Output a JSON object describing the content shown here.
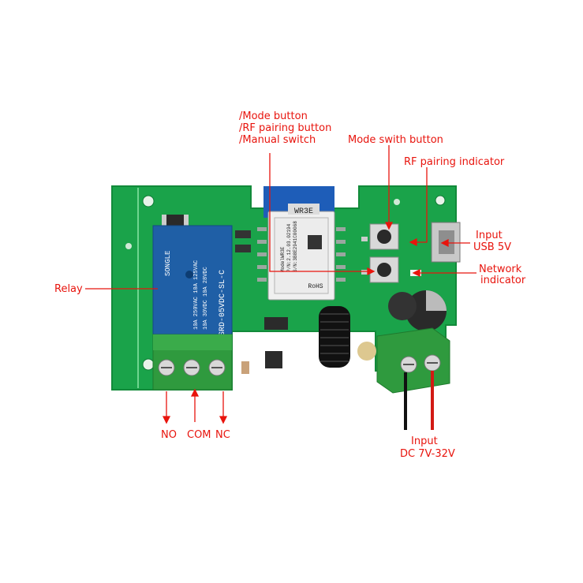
{
  "labels": {
    "mode_button": "/Mode  button",
    "rf_pairing_button": "/RF pairing button",
    "manual_switch": "/Manual switch",
    "mode_switch_button": "Mode swith button",
    "rf_pairing_indicator": "RF pairing indicator",
    "input_usb_line1": "Input",
    "input_usb_line2": "USB 5V",
    "network_indicator_line1": "Network",
    "network_indicator_line2": "indicator",
    "relay": "Relay",
    "no": "NO",
    "com": "COM",
    "nc": "NC",
    "input_dc_line1": "Input",
    "input_dc_line2": "DC 7V-32V"
  },
  "board": {
    "module_name": "WR3E",
    "module_text": [
      "ModelWR3E",
      "P/N:2.12.03.02194",
      "S/N:3B8E2941C00068"
    ],
    "rohs": "RoHS",
    "relay_brand": "SONGLE",
    "relay_model": "SRD-05VDC-SL-C",
    "relay_rating_1": "10A 250VAC  10A 125VAC",
    "relay_rating_2": "10A 30VDC  10A 28VDC"
  },
  "colors": {
    "pcb": "#1aa34a",
    "label_red": "#e8140d",
    "relay_blue": "#1f5fa6",
    "terminal_green": "#2f9a3e"
  }
}
